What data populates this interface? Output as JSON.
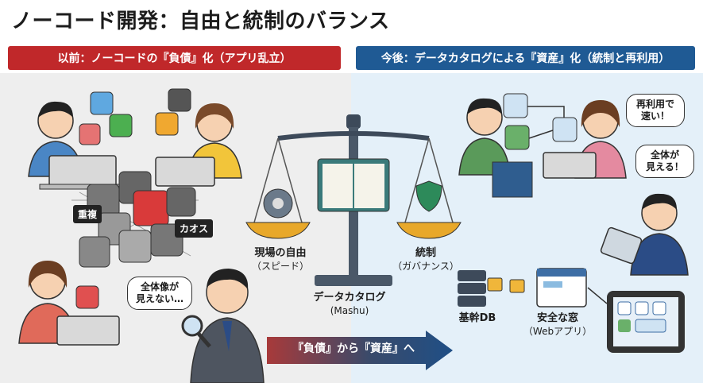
{
  "title": "ノーコード開発：自由と統制のバランス",
  "left_banner": "以前：ノーコードの『負債』化（アプリ乱立）",
  "right_banner": "今後：データカタログによる『資産』化（統制と再利用）",
  "chaos_tags": [
    "重複",
    "カオス"
  ],
  "left_bubble": "全体像が\n見えない…",
  "scale_left": {
    "label": "現場の自由",
    "sub": "（スピード）"
  },
  "scale_right": {
    "label": "統制",
    "sub": "（ガバナンス）"
  },
  "scale_center": {
    "label": "データカタログ",
    "sub": "(Mashu)"
  },
  "arrow_text": "『負債』から『資産』へ",
  "right_bubbles": [
    "再利用で\n速い！",
    "全体が\n見える！"
  ],
  "server_label": "基幹DB",
  "window_label": {
    "label": "安全な窓",
    "sub": "（Webアプリ）"
  }
}
